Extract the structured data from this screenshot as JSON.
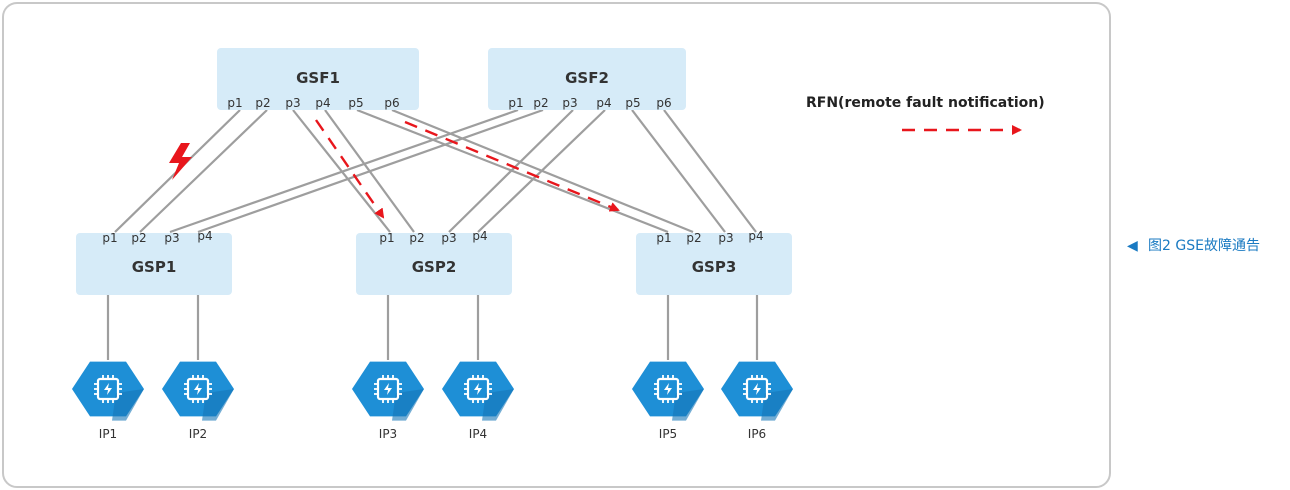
{
  "switches": {
    "gsf1": {
      "label": "GSF1",
      "ports": [
        "p1",
        "p2",
        "p3",
        "p4",
        "p5",
        "p6"
      ]
    },
    "gsf2": {
      "label": "GSF2",
      "ports": [
        "p1",
        "p2",
        "p3",
        "p4",
        "p5",
        "p6"
      ]
    },
    "gsp1": {
      "label": "GSP1",
      "ports": [
        "p1",
        "p2",
        "p3",
        "p4"
      ]
    },
    "gsp2": {
      "label": "GSP2",
      "ports": [
        "p1",
        "p2",
        "p3",
        "p4"
      ]
    },
    "gsp3": {
      "label": "GSP3",
      "ports": [
        "p1",
        "p2",
        "p3",
        "p4"
      ]
    }
  },
  "hosts": [
    "IP1",
    "IP2",
    "IP3",
    "IP4",
    "IP5",
    "IP6"
  ],
  "host_icon": "chip-hexagon-icon",
  "fault_icon": "lightning-bolt-icon",
  "legend": {
    "label": "RFN(remote fault notification)"
  },
  "caption": {
    "marker": "◀",
    "text": "图2  GSE故障通告"
  },
  "colors": {
    "node_fill": "#d6ebf8",
    "link": "#9e9e9e",
    "rfn": "#e8161c",
    "host": "#1e8fd6",
    "caption": "#1a7ac2",
    "frame": "#c8c8c8"
  }
}
